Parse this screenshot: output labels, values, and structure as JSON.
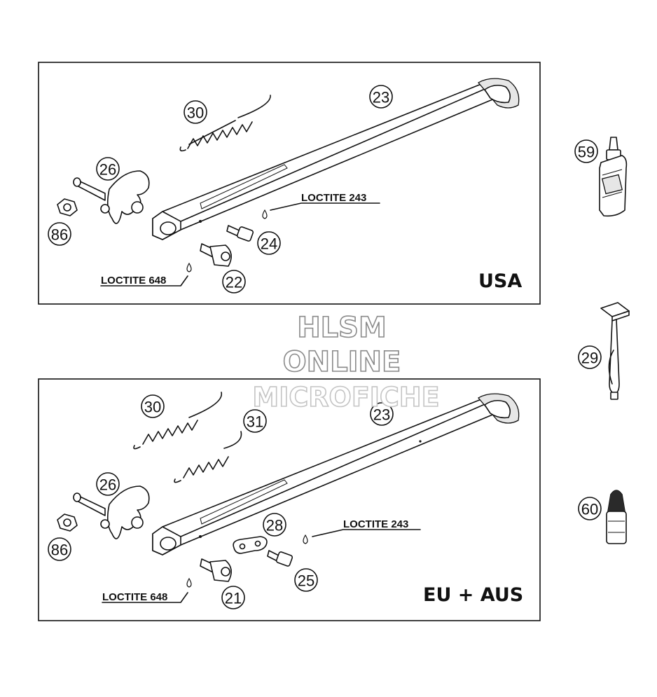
{
  "panels": {
    "usa": {
      "region_label": "USA",
      "loctite_top": "LOCTITE 243",
      "loctite_bottom": "LOCTITE 648",
      "callouts": {
        "spring": "30",
        "stand": "23",
        "pivot": "26",
        "nut": "86",
        "bolt_small": "24",
        "bolt_large": "22"
      }
    },
    "eu": {
      "region_label": "EU + AUS",
      "loctite_top": "LOCTITE 243",
      "loctite_bottom": "LOCTITE 648",
      "callouts": {
        "spring_a": "30",
        "spring_b": "31",
        "stand": "23",
        "pivot": "26",
        "nut": "86",
        "plate": "28",
        "bolt_small": "25",
        "bolt_large": "21"
      }
    }
  },
  "side_parts": {
    "bottle_large": "59",
    "tool": "29",
    "bottle_small": "60"
  },
  "watermark": {
    "line1": "HLSM",
    "line2": "ONLINE",
    "line3": "MICROFICHE"
  }
}
